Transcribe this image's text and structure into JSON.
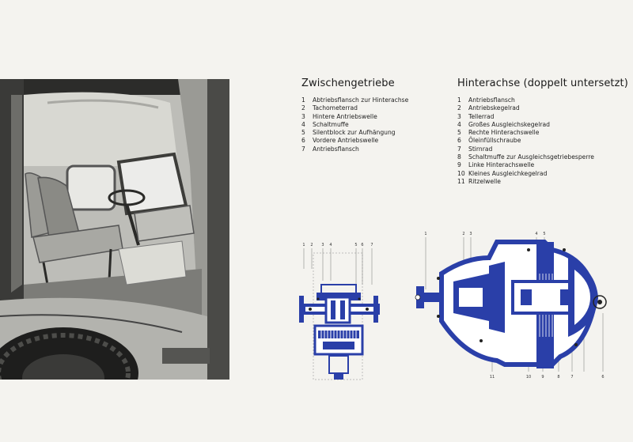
{
  "left_panel": {
    "title": "Zwischengetriebe",
    "parts": [
      {
        "num": "1",
        "label": "Abtriebsflansch zur Hinterachse"
      },
      {
        "num": "2",
        "label": "Tachometerrad"
      },
      {
        "num": "3",
        "label": "Hintere Antriebswelle"
      },
      {
        "num": "4",
        "label": "Schaltmuffe"
      },
      {
        "num": "5",
        "label": "Silentblock zur Aufhängung"
      },
      {
        "num": "6",
        "label": "Vordere Antriebswelle"
      },
      {
        "num": "7",
        "label": "Antriebsflansch"
      }
    ],
    "callouts": [
      "1",
      "2",
      "3",
      "4",
      "5",
      "6",
      "7"
    ]
  },
  "right_panel": {
    "title": "Hinterachse (doppelt untersetzt)",
    "parts": [
      {
        "num": "1",
        "label": "Antriebsflansch"
      },
      {
        "num": "2",
        "label": "Antriebskegelrad"
      },
      {
        "num": "3",
        "label": "Tellerrad"
      },
      {
        "num": "4",
        "label": "Großes Ausgleichskegelrad"
      },
      {
        "num": "5",
        "label": "Rechte Hinterachswelle"
      },
      {
        "num": "6",
        "label": "Öleinfüllschraube"
      },
      {
        "num": "7",
        "label": "Stirnrad"
      },
      {
        "num": "8",
        "label": "Schaltmuffe zur Ausgleichsgetriebesperre"
      },
      {
        "num": "9",
        "label": "Linke Hinterachswelle"
      },
      {
        "num": "10",
        "label": "Kleines Ausgleichkegelrad"
      },
      {
        "num": "11",
        "label": "Ritzelwelle"
      }
    ],
    "callouts_top": [
      "1",
      "2",
      "3",
      "4",
      "5"
    ],
    "callouts_bottom": [
      "11",
      "10",
      "9",
      "8",
      "7",
      "6"
    ]
  },
  "colors": {
    "diagram_blue": "#2a3fa8",
    "paper": "#f4f3ef",
    "photo_gray": "#c9c9c5"
  }
}
